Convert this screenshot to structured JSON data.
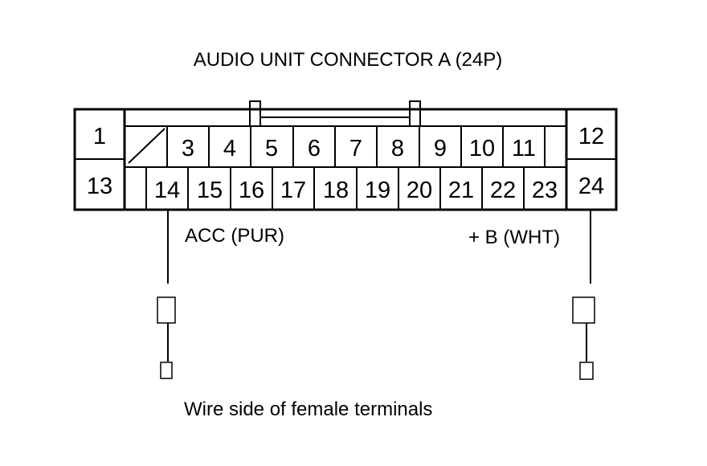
{
  "diagram": {
    "title": "AUDIO UNIT CONNECTOR A (24P)",
    "footer": "Wire side of female terminals",
    "pins": {
      "top_row": [
        "1",
        "3",
        "4",
        "5",
        "6",
        "7",
        "8",
        "9",
        "10",
        "11",
        "12"
      ],
      "bottom_row": [
        "13",
        "14",
        "15",
        "16",
        "17",
        "18",
        "19",
        "20",
        "21",
        "22",
        "23",
        "24"
      ]
    },
    "wires": [
      {
        "pin": "14",
        "label": "ACC (PUR)"
      },
      {
        "pin": "24",
        "label": "+ B (WHT)"
      }
    ]
  }
}
